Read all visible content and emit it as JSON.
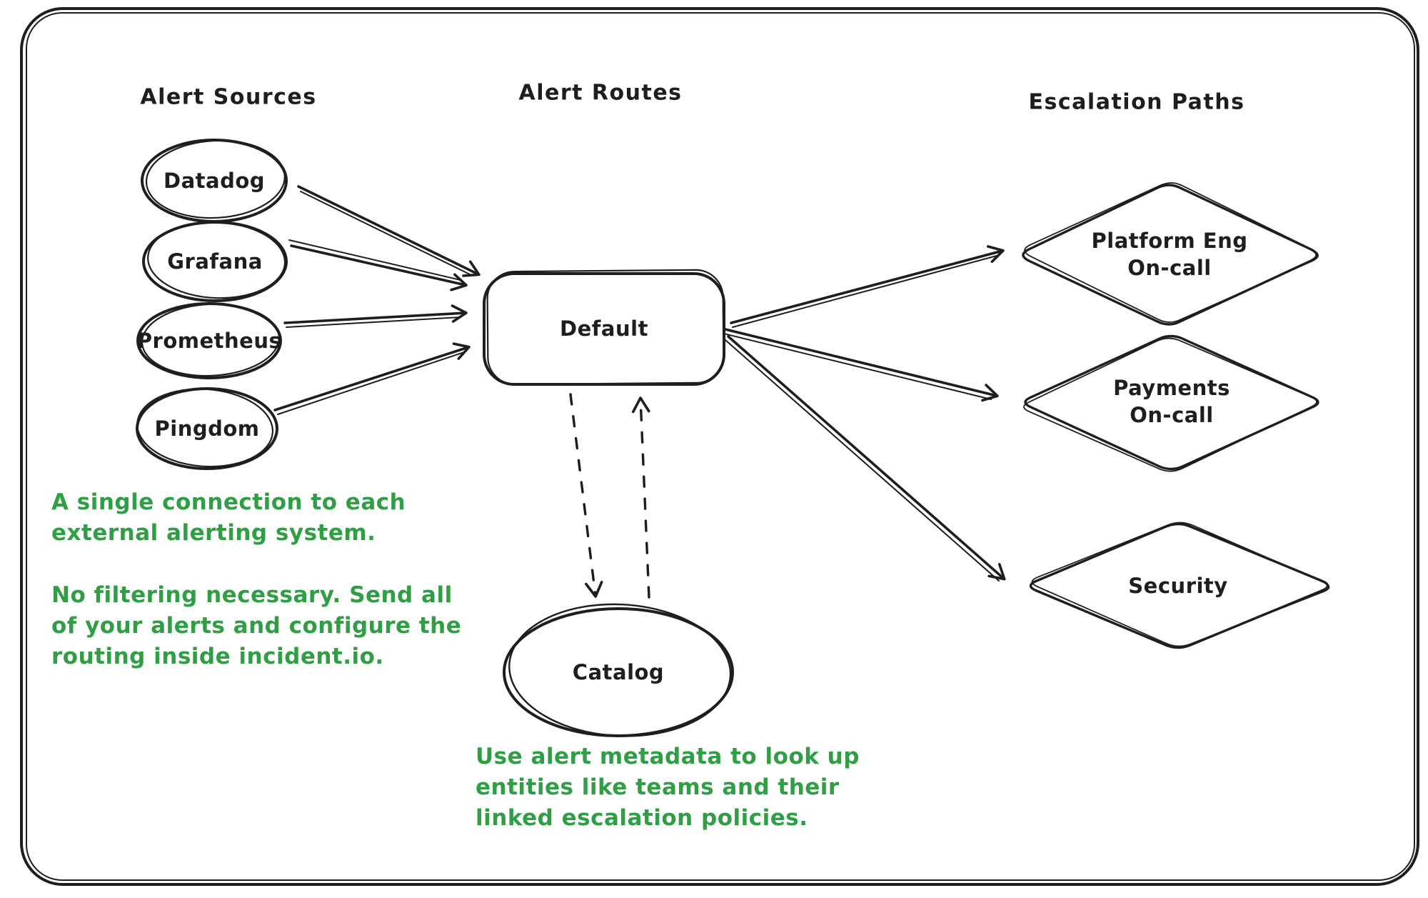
{
  "diagram": {
    "column_titles": {
      "sources": "Alert Sources",
      "routes": "Alert Routes",
      "escalations": "Escalation Paths"
    },
    "sources": [
      {
        "label": "Datadog"
      },
      {
        "label": "Grafana"
      },
      {
        "label": "Prometheus"
      },
      {
        "label": "Pingdom"
      }
    ],
    "route": {
      "label": "Default"
    },
    "catalog": {
      "label": "Catalog"
    },
    "escalations": [
      {
        "label": "Platform Eng\nOn-call"
      },
      {
        "label": "Payments\nOn-call"
      },
      {
        "label": "Security"
      }
    ],
    "annotations": {
      "sources_note_1": "A single connection to each\nexternal alerting system.",
      "sources_note_2": "No filtering necessary. Send all\nof your alerts and configure the\nrouting inside incident.io.",
      "catalog_note": "Use alert metadata to look up\nentities like teams and their\nlinked escalation policies."
    },
    "colors": {
      "ink": "#1e1e1e",
      "annotation_green": "#2f9e44",
      "background": "#ffffff"
    }
  }
}
